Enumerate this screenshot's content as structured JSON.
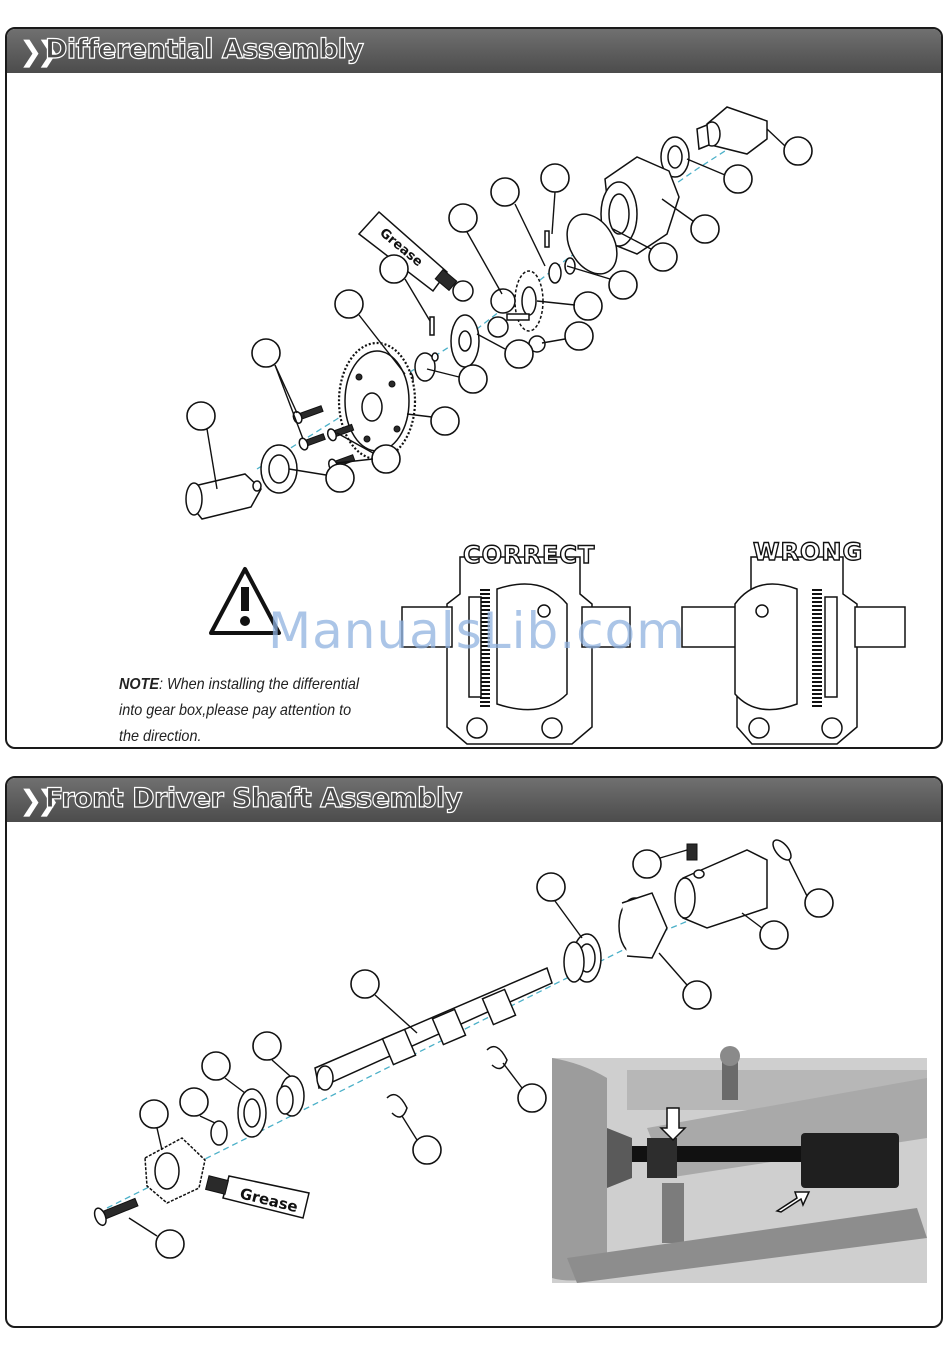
{
  "sections": [
    {
      "title": "Differential Assembly"
    },
    {
      "title": "Front Driver Shaft Assembly"
    }
  ],
  "diff": {
    "grease_label": "Grease",
    "correct_label": "CORRECT",
    "wrong_label": "WRONG",
    "note_bold": "NOTE",
    "note_text": ": When installing the differential into gear box,please pay attention to the  direction."
  },
  "shaft": {
    "grease_label": "Grease"
  },
  "watermark": "ManualsLib.com",
  "icons": [
    "chevron-icon",
    "warning-triangle-icon",
    "grease-tube-icon"
  ],
  "colors": {
    "header": "#5a5a5a",
    "axis": "#4bb0c8",
    "watermark": "#8fb2e0"
  }
}
